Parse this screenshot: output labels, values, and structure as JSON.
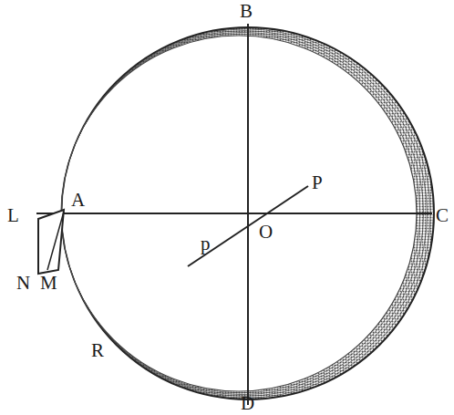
{
  "diagram": {
    "labels": [
      "B",
      "A",
      "L",
      "P",
      "O",
      "C",
      "p",
      "N",
      "M",
      "R",
      "D"
    ]
  }
}
